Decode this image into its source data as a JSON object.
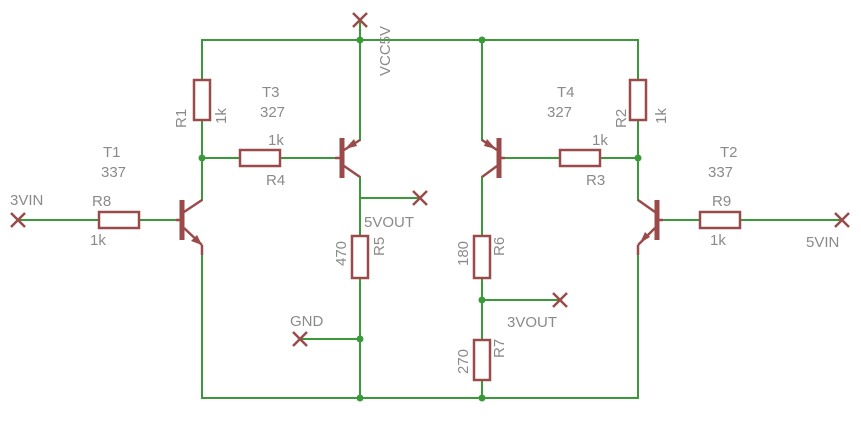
{
  "nets": {
    "vcc": "VCC5V",
    "gnd": "GND",
    "in_3v": "3VIN",
    "in_5v": "5VIN",
    "out_5v": "5VOUT",
    "out_3v": "3VOUT"
  },
  "parts": {
    "T1": {
      "name": "T1",
      "value": "337"
    },
    "T2": {
      "name": "T2",
      "value": "337"
    },
    "T3": {
      "name": "T3",
      "value": "327"
    },
    "T4": {
      "name": "T4",
      "value": "327"
    },
    "R1": {
      "name": "R1",
      "value": "1k"
    },
    "R2": {
      "name": "R2",
      "value": "1k"
    },
    "R3": {
      "name": "R3",
      "value": "1k"
    },
    "R4": {
      "name": "R4",
      "value": "1k"
    },
    "R5": {
      "name": "R5",
      "value": "470"
    },
    "R6": {
      "name": "R6",
      "value": "180"
    },
    "R7": {
      "name": "R7",
      "value": "270"
    },
    "R8": {
      "name": "R8",
      "value": "1k"
    },
    "R9": {
      "name": "R9",
      "value": "1k"
    }
  },
  "colors": {
    "wire": "#3a9a3a",
    "component": "#9b4a4a",
    "label": "#8a8a8a",
    "background": "#ffffff"
  }
}
